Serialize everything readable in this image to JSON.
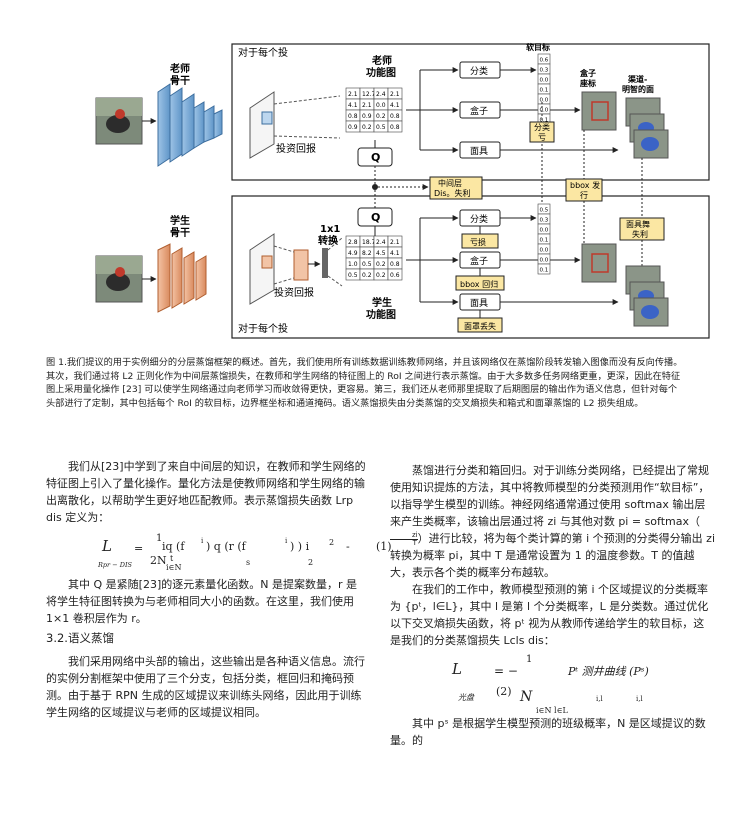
{
  "figure": {
    "teacher_backbone": [
      "老师",
      "骨干"
    ],
    "student_backbone": [
      "学生",
      "骨干"
    ],
    "per_roi_top": "对于每个投",
    "per_roi_bottom": "对于每个投",
    "teacher_feature_map": [
      "老师",
      "功能图"
    ],
    "student_feature_map": [
      "学生",
      "功能图"
    ],
    "roi_pooling_top": "投资回报",
    "roi_pooling_bottom": "投资回报",
    "conv_1x1": [
      "1x1",
      "转换"
    ],
    "q_label": "Q",
    "classify": "分类",
    "box": "盒子",
    "mask": "面具",
    "soft_target": "软目标",
    "box_coords": [
      "盒子",
      "座标"
    ],
    "channel_mask": [
      "渠道-",
      "明智的面"
    ],
    "cls_loss_mid": [
      "分类",
      "亏"
    ],
    "intermediate_loss": [
      "中间层",
      "Dis。失利"
    ],
    "bbox_dev": [
      "bbox 发",
      "行"
    ],
    "mask_loss": [
      "面具舞",
      "失利"
    ],
    "loss_cls": "亏损",
    "loss_bbox": "bbox 回归",
    "loss_mask": "面罩丢失",
    "teacher_grid": [
      "2.1",
      "12.7",
      "2.4",
      "2.1",
      "4.1",
      "2.1",
      "0.0",
      "4.1",
      "0.8",
      "0.9",
      "0.2",
      "0.8",
      "0.9",
      "0.2",
      "0.5",
      "0.8"
    ],
    "student_grid": [
      "2.8",
      "18.7",
      "2.4",
      "2.1",
      "4.9",
      "8.2",
      "4.5",
      "4.1",
      "1.0",
      "0.5",
      "0.2",
      "0.8",
      "0.5",
      "0.2",
      "0.2",
      "0.6"
    ],
    "prob_top": [
      "0.6",
      "0.3",
      "0.0",
      "0.1",
      "0.0",
      "0.0",
      "0.1"
    ],
    "prob_bottom": [
      "0.5",
      "0.3",
      "0.0",
      "0.1",
      "0.0",
      "0.0",
      "0.1"
    ]
  },
  "caption": "图 1.我们提议的用于实例细分的分层蒸馏框架的概述。首先，我们使用所有训练数据训练教师网络，并且该网络仅在蒸馏阶段转发输入图像而没有反向传播。其次，我们通过将 L2 正则化作为中间层蒸馏损失，在教师和学生网络的特征图上的 RoI 之间进行表示蒸馏。由于大多数多任务网络更重，更深，因此在特征图上采用量化操作 [23] 可以使学生网络通过向老师学习而收敛得更快，更容易。第三，我们还从老师那里提取了后期图层的输出作为语义信息，但针对每个头部进行了定制，其中包括每个 RoI 的软目标，边界框坐标和通道掩码。语义蒸馏损失由分类蒸馏的交叉熵损失和箱式和面罩蒸馏的 L2 损失组成。",
  "left": {
    "p1": "我们从[23]中学到了来自中间层的知识，在教师和学生网络的特征图上引入了量化操作。量化方法是使教师网络和学生网络的输出离散化，以帮助学生更好地匹配教师。表示蒸馏损失函数 Lrp dis 定义为：",
    "eq1": {
      "L": "L",
      "eq": "=",
      "one": "1",
      "body": "iq (f",
      "body2": ") q (r (f",
      "body3": ") ) i",
      "sq": "2",
      "dash": "-",
      "num": "(1)",
      "sub_rpdis": "Rpr − DIS",
      "twoN": "2N",
      "t": "t",
      "s": "s",
      "two": "2",
      "sum": "i∈N",
      "i1": "i",
      "i2": "i"
    },
    "p2": "其中 Q 是紧随[23]的逐元素量化函数。N 是提案数量，r 是将学生特征图转换为与老师相同大小的函数。在这里，我们使用 1×1 卷积层作为 r。",
    "heading": "3.2.语义蒸馏",
    "p3": "我们采用网络中头部的输出，这些输出是各种语义信息。流行的实例分割框架中使用了三个分支，包括分类，框回归和掩码预测。由于基于 RPN 生成的区域提议来训练头网络，因此用于训练学生网络的区域提议与老师的区域提议相同。"
  },
  "right": {
    "p1": "蒸馏进行分类和箱回归。对于训练分类网络，已经提出了常规使用知识提炼的方法，其中将教师模型的分类预测用作“软目标”，以指导学生模型的训练。神经网络通常通过使用 softmax 输出层来产生类概率，该输出层通过将 zi 与其他对数 pi = softmax（",
    "frac_zi": "zi",
    "frac_T": "T",
    "p1b": "）进行比较，将为每个类计算的第 i 个预测的分类得分输出 zi 转换为概率 pi，其中 T 是通常设置为 1 的温度参数。T 的值越大，表示各个类的概率分布越软。",
    "p2": "在我们的工作中，教师模型预测的第 i 个区域提议的分类概率为 {pᵗ，l∈L}，其中 l 是第 l 个分类概率，L 是分类数。通过优化以下交叉熵损失函数，将 pᵗ 视为从教师传递给学生的软目标，这是我们的分类蒸馏损失 Lcls dis：",
    "eq2": {
      "L": "L",
      "eq": "= −",
      "one": "1",
      "body": "Pᵗ 测井曲线 (Pˢ)",
      "sub": "光盘",
      "num": "(2)",
      "N": "N",
      "sum": "i∈N l∈L",
      "il1": "i,l",
      "il2": "i,l"
    },
    "p3": "其中 pˢ 是根据学生模型预测的班级概率，N 是区域提议的数量。的"
  }
}
